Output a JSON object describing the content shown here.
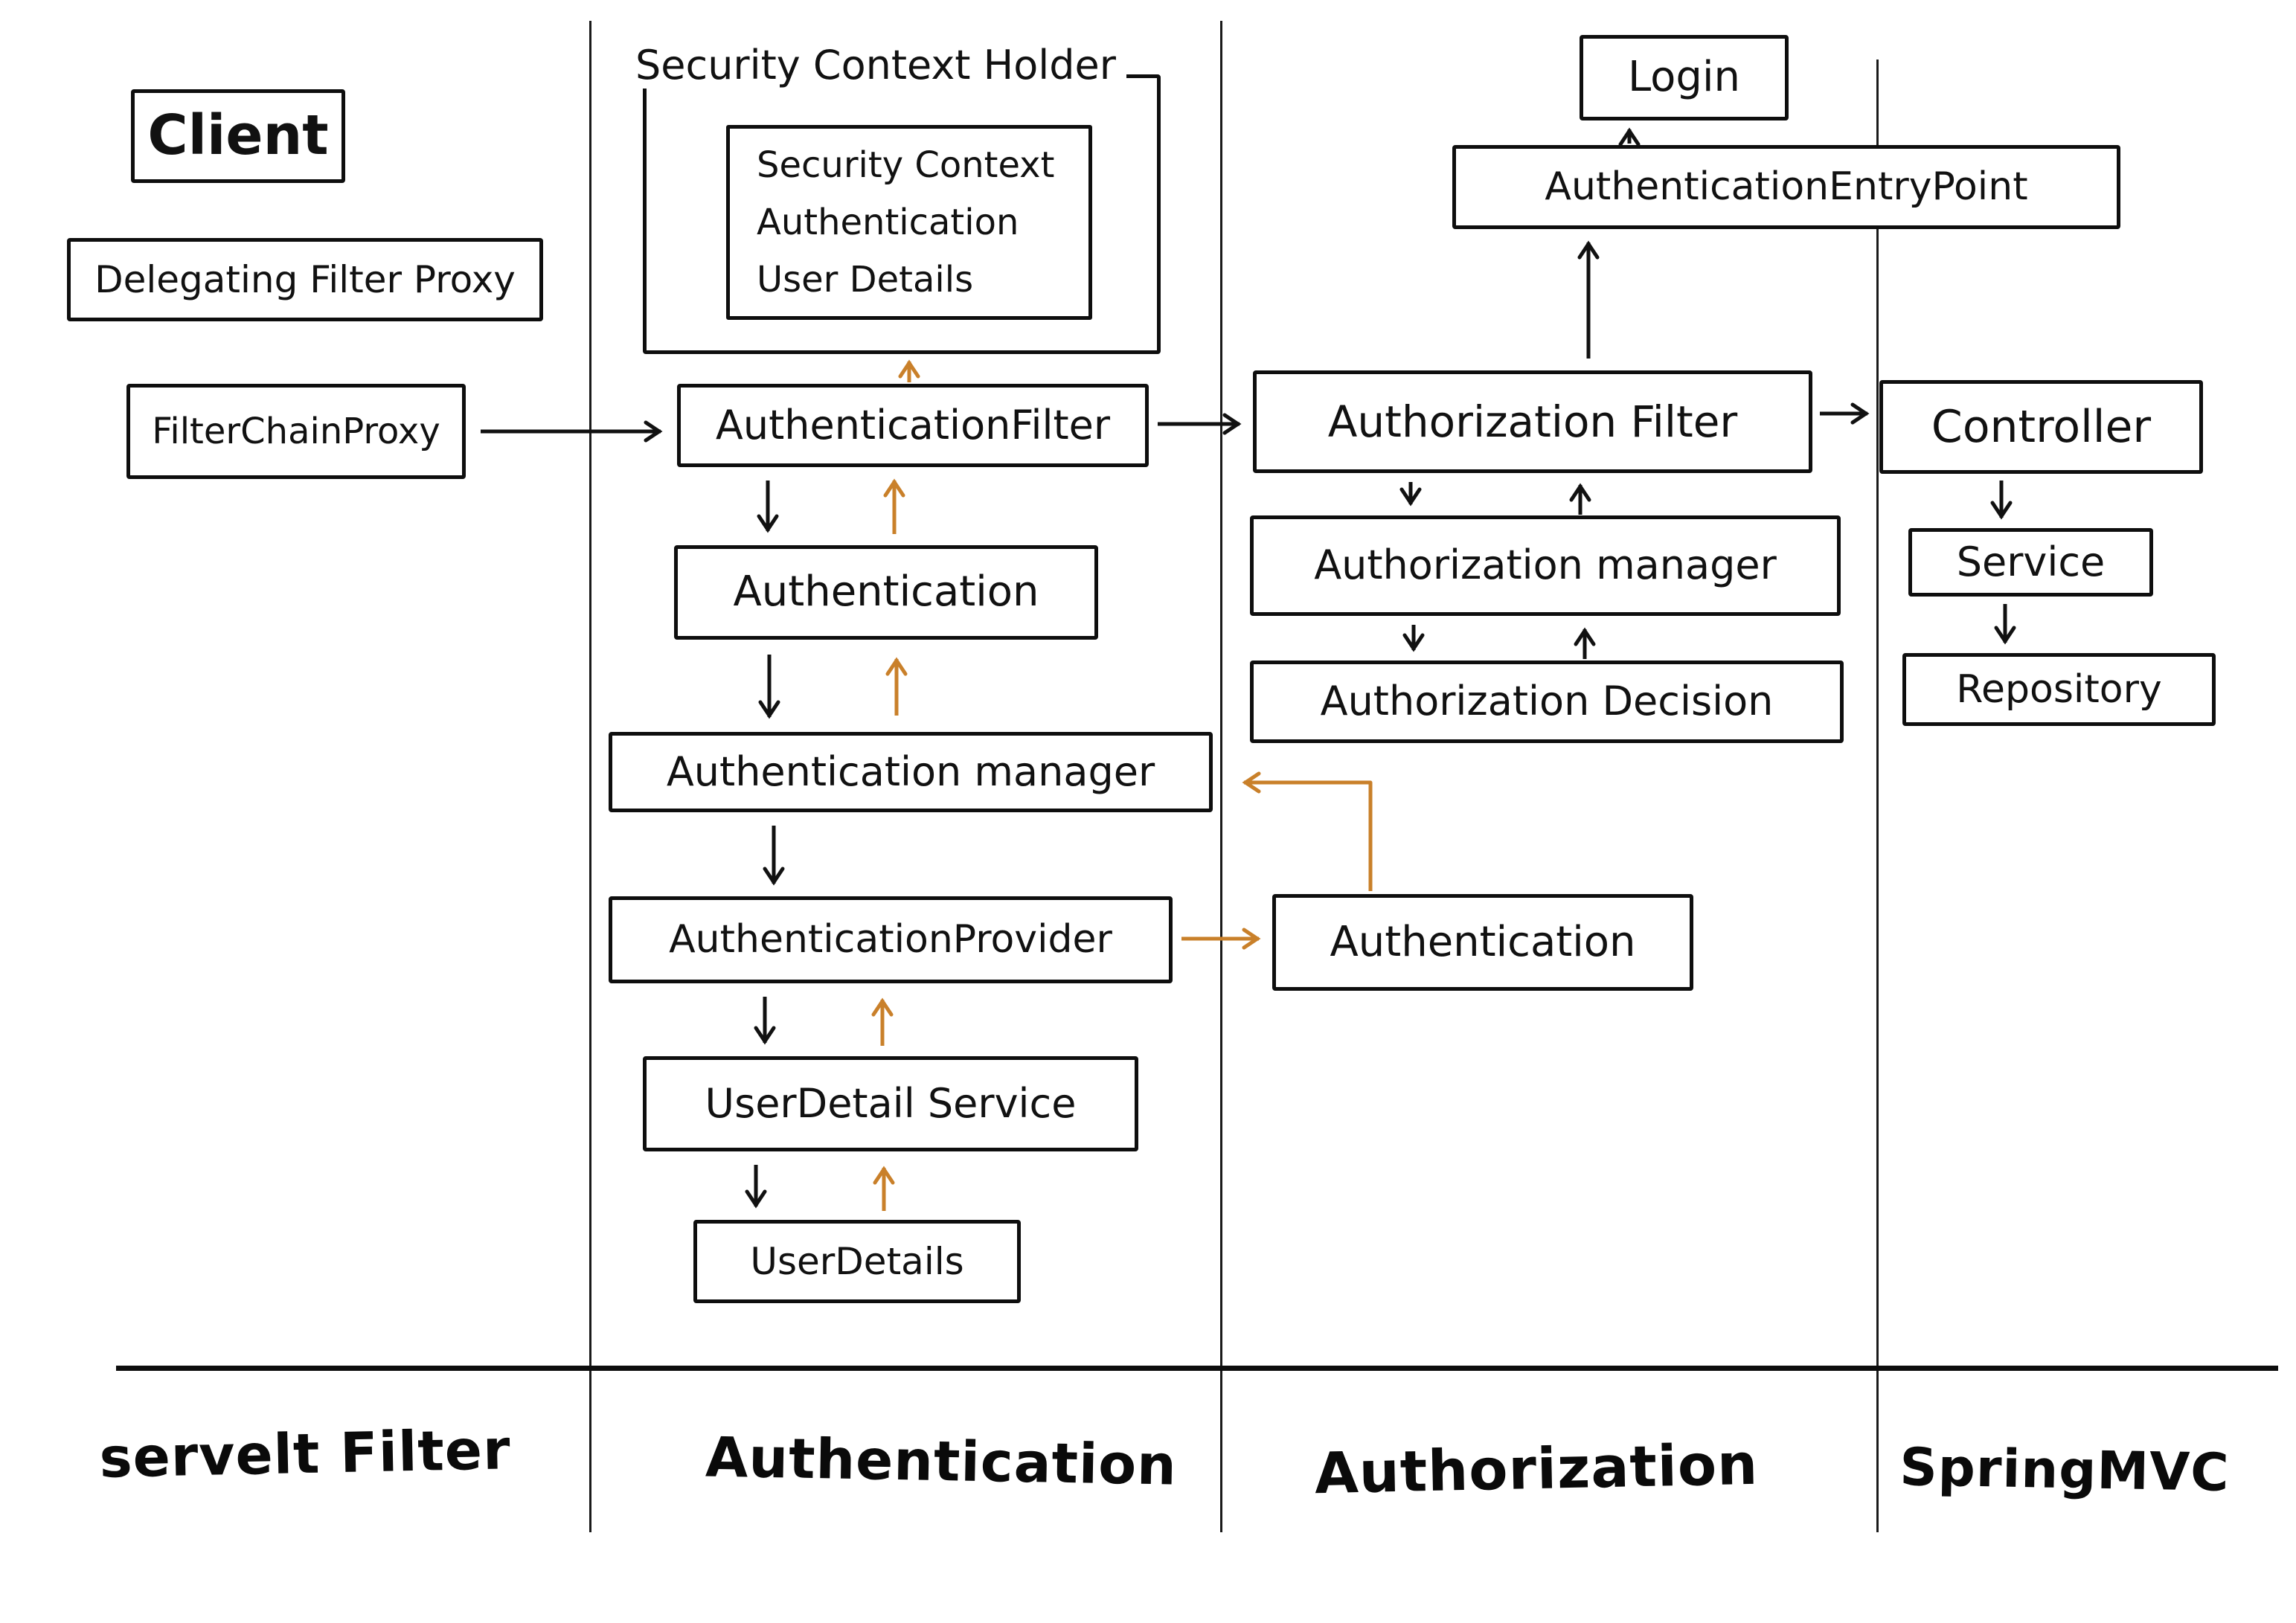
{
  "colors": {
    "ink": "#111111",
    "orange": "#c9802a",
    "background": "#ffffff"
  },
  "lanes": {
    "servlet_filter": "servelt Filter",
    "authentication": "Authentication",
    "authorization": "Authorization",
    "spring_mvc": "SpringMVC"
  },
  "left": {
    "client": "Client",
    "delegating_filter_proxy": "Delegating Filter Proxy",
    "filter_chain_proxy": "FilterChainProxy"
  },
  "security_context_holder": {
    "title": "Security Context Holder",
    "items": [
      "Security Context",
      "Authentication",
      "User Details"
    ]
  },
  "auth": {
    "authentication_filter": "AuthenticationFilter",
    "authentication": "Authentication",
    "authentication_manager": "Authentication manager",
    "authentication_provider": "AuthenticationProvider",
    "user_detail_service": "UserDetail Service",
    "user_details": "UserDetails"
  },
  "authz": {
    "login": "Login",
    "authentication_entry_point": "AuthenticationEntryPoint",
    "authorization_filter": "Authorization Filter",
    "authorization_manager": "Authorization manager",
    "authorization_decision": "Authorization Decision",
    "authentication": "Authentication"
  },
  "mvc": {
    "controller": "Controller",
    "service": "Service",
    "repository": "Repository"
  }
}
